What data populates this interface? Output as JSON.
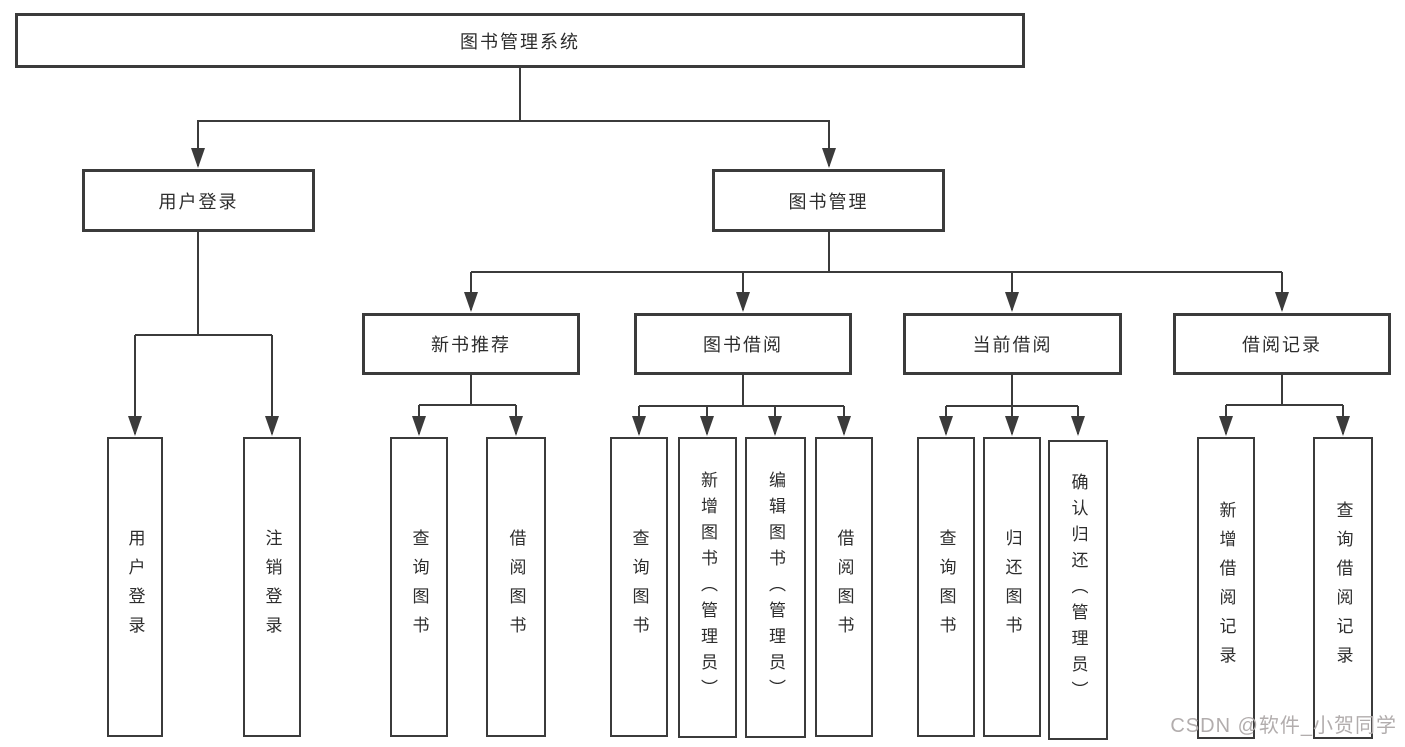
{
  "diagram_type": "tree",
  "tree": {
    "label": "图书管理系统",
    "children": [
      {
        "label": "用户登录",
        "children": [
          {
            "label": "用户登录"
          },
          {
            "label": "注销登录"
          }
        ]
      },
      {
        "label": "图书管理",
        "children": [
          {
            "label": "新书推荐",
            "children": [
              {
                "label": "查询图书"
              },
              {
                "label": "借阅图书"
              }
            ]
          },
          {
            "label": "图书借阅",
            "children": [
              {
                "label": "查询图书"
              },
              {
                "label": "新增图书（管理员）"
              },
              {
                "label": "编辑图书（管理员）"
              },
              {
                "label": "借阅图书"
              }
            ]
          },
          {
            "label": "当前借阅",
            "children": [
              {
                "label": "查询图书"
              },
              {
                "label": "归还图书"
              },
              {
                "label": "确认归还（管理员）"
              }
            ]
          },
          {
            "label": "借阅记录",
            "children": [
              {
                "label": "新增借阅记录"
              },
              {
                "label": "查询借阅记录"
              }
            ]
          }
        ]
      }
    ]
  },
  "watermark": {
    "text": "CSDN @软件_小贺同学"
  },
  "colors": {
    "line": "#3b3b3b",
    "box_border": "#3b3b3b",
    "text": "#2d2d2d",
    "watermark": "#b2adad",
    "background": "#ffffff"
  }
}
